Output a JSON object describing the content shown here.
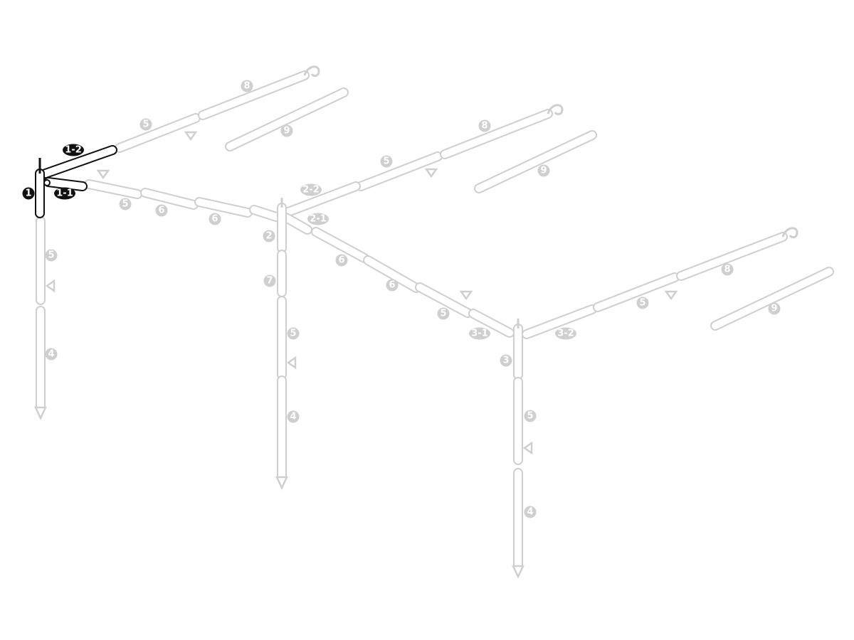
{
  "colors": {
    "highlight": "#111111",
    "faded": "#cfcfcf",
    "label_text": "#ffffff"
  },
  "labels": {
    "p1": "1",
    "p1_1": "1-1",
    "p1_2": "1-2",
    "p2": "2",
    "p2_1": "2-1",
    "p2_2": "2-2",
    "p3": "3",
    "p3_1": "3-1",
    "p3_2": "3-2",
    "n4": "4",
    "n5": "5",
    "n6": "6",
    "n7": "7",
    "n8": "8",
    "n9": "9"
  }
}
